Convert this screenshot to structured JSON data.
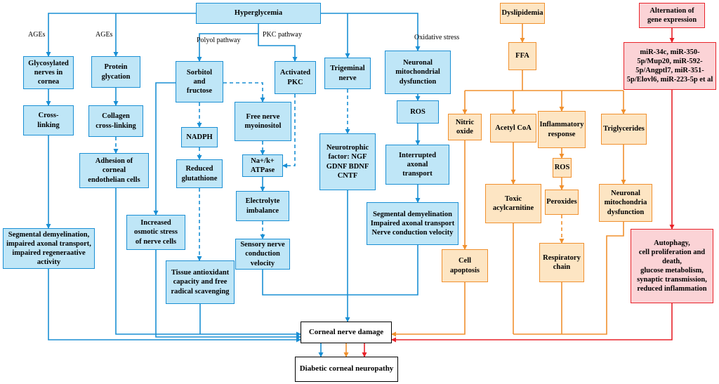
{
  "colors": {
    "blue": "#1a8fd4",
    "orange": "#f0902e",
    "red": "#e8232a",
    "black": "#000000"
  },
  "nodes": {
    "hyperglycemia": "Hyperglycemia",
    "glycosylated": "Glycosylated\nnerves in\ncornea",
    "protein_glycation": "Protein\nglycation",
    "sorbitol": "Sorbitol\nand\nfructose",
    "activated_pkc": "Activated\nPKC",
    "trigeminal": "Trigeminal\nnerve",
    "mito_dysfunction": "Neuronal\nmitochondrial\ndysfunction",
    "cross_linking": "Cross-\nlinking",
    "collagen": "Collagen\ncross-linking",
    "ros_blue": "ROS",
    "nadph": "NADPH",
    "free_nerve": "Free nerve\nmyoinositol",
    "neurotrophic": "Neurotrophic\nfactor: NGF\nGDNF BDNF\nCNTF",
    "interrupted": "Interrupted\naxonal\ntransport",
    "adhesion": "Adhesion of\ncorneal\nendothelian cells",
    "reduced_glut": "Reduced\nglutathione",
    "atpase": "Na+/k+\nATPase",
    "electrolyte": "Electrolyte\nimbalance",
    "seg_demy_1": "Segmental demyelination,\nimpaired axonal transport,\nimpaired regeneraative\nactivity",
    "osmotic": "Increased\nosmotic stress\nof nerve cells",
    "sensory": "Sensory nerve\nconduction\nvelocity",
    "seg_demy_2": "Segmental demyelination\nImpaired axonal transport\nNerve conduction velocity",
    "tissue": "Tissue antioxidant\ncapacity and free\nradical scavenging",
    "corneal_damage": "Corneal nerve damage",
    "diabetic": "Diabetic corneal neuropathy",
    "dyslipidemia": "Dyslipidemia",
    "ffa": "FFA",
    "nitric": "Nitric\noxide",
    "acetyl": "Acetyl CoA",
    "inflammatory": "Inflammatory\nresponse",
    "triglycerides": "Triglycerides",
    "ros_orange": "ROS",
    "toxic": "Toxic\nacylcarnitine",
    "peroxides": "Peroxides",
    "neuronal_mito": "Neuronal\nmitochondria\ndysfunction",
    "cell_apoptosis": "Cell\napoptosis",
    "respiratory": "Respiratory\nchain",
    "alternation": "Alternation of\ngene expression",
    "mirna": "miR-34c, miR-350-\n5p/Mup20, miR-592-\n5p/Angptl7, miR-351-\n5p/Elovl6, miR-223-5p et al",
    "autophagy": "Autophagy,\ncell proliferation and\ndeath,\nglucose metabolism,\nsynaptic transmission,\nreduced inflammation"
  },
  "labels": {
    "ages_1": "AGEs",
    "ages_2": "AGEs",
    "polyol": "Polyol pathway",
    "pkc": "PKC pathway",
    "oxidative": "Oxidative stress"
  }
}
